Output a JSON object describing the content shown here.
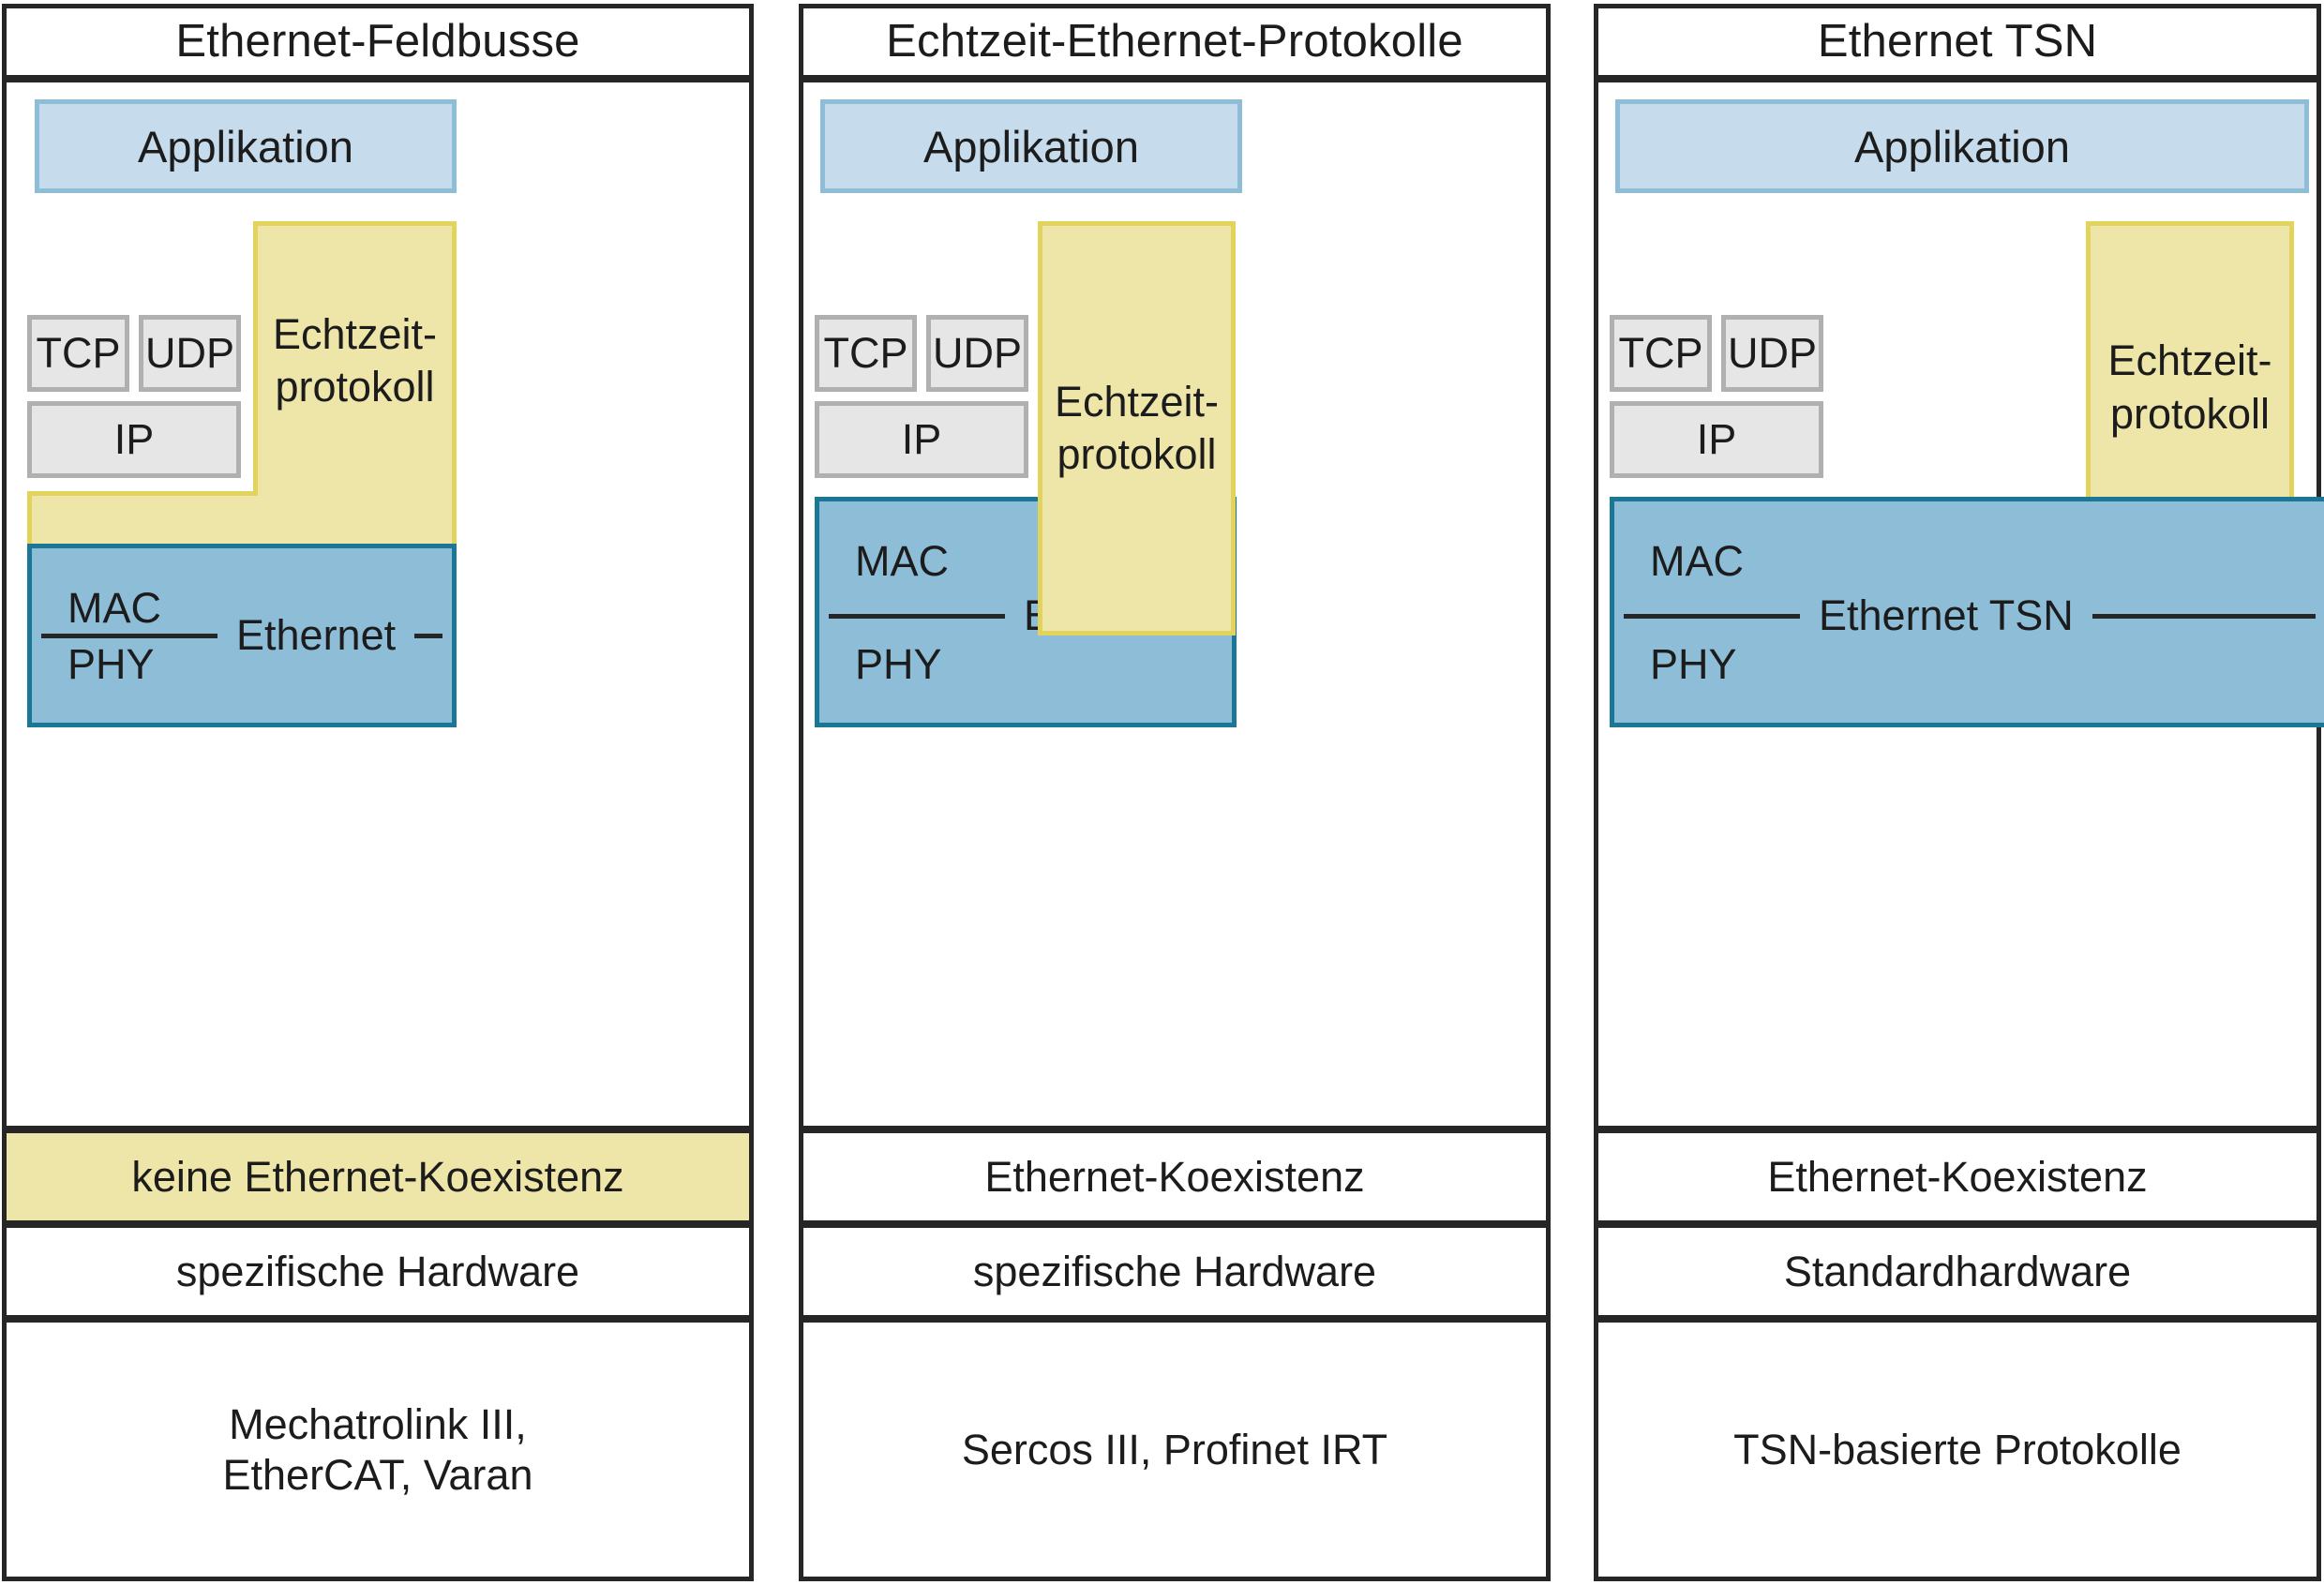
{
  "diagram": {
    "columns": [
      {
        "title": "Ethernet-Feldbusse",
        "application": "Applikation",
        "tcp": "TCP",
        "udp": "UDP",
        "ip": "IP",
        "realtime_line1": "Echtzeit-",
        "realtime_line2": "protokoll",
        "mac": "MAC",
        "phy": "PHY",
        "ethernet_label": "Ethernet",
        "coexistence": "keine Ethernet-Koexistenz",
        "hardware": "spezifische Hardware",
        "protocols_line1": "Mechatrolink III,",
        "protocols_line2": "EtherCAT, Varan"
      },
      {
        "title": "Echtzeit-Ethernet-Protokolle",
        "application": "Applikation",
        "tcp": "TCP",
        "udp": "UDP",
        "ip": "IP",
        "realtime_line1": "Echtzeit-",
        "realtime_line2": "protokoll",
        "mac": "MAC",
        "phy": "PHY",
        "ethernet_label": "Ethernet",
        "coexistence": "Ethernet-Koexistenz",
        "hardware": "spezifische Hardware",
        "protocols_line1": "Sercos III, Profinet IRT",
        "protocols_line2": ""
      },
      {
        "title": "Ethernet TSN",
        "application": "Applikation",
        "tcp": "TCP",
        "udp": "UDP",
        "ip": "IP",
        "realtime_line1": "Echtzeit-",
        "realtime_line2": "protokoll",
        "mac": "MAC",
        "phy": "PHY",
        "ethernet_label": "Ethernet TSN",
        "coexistence": "Ethernet-Koexistenz",
        "hardware": "Standardhardware",
        "protocols_line1": "TSN-basierte Protokolle",
        "protocols_line2": ""
      }
    ],
    "colors": {
      "application_fill": "#c6dcec",
      "application_border": "#8ebdd8",
      "stack_grey_fill": "#e6e6e6",
      "stack_grey_border": "#b0b0b0",
      "realtime_fill": "#eee5a8",
      "realtime_border": "#e2d35c",
      "ethernet_fill": "#8ebdd8",
      "ethernet_border": "#1a7796",
      "frame_border": "#262626",
      "text": "#1c1c1c"
    }
  }
}
